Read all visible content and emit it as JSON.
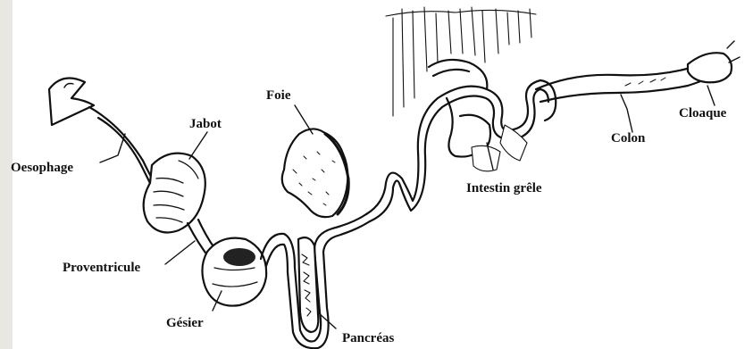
{
  "labels": {
    "foie": "Foie",
    "jabot": "Jabot",
    "oesophage": "Oesophage",
    "proventricule": "Proventricule",
    "gesier": "Gésier",
    "pancreas": "Pancréas",
    "intestin_grele": "Intestin grêle",
    "colon": "Colon",
    "cloaque": "Cloaque"
  },
  "colors": {
    "ink": "#111111",
    "frame": "#e9e7e2",
    "background": "#ffffff"
  }
}
